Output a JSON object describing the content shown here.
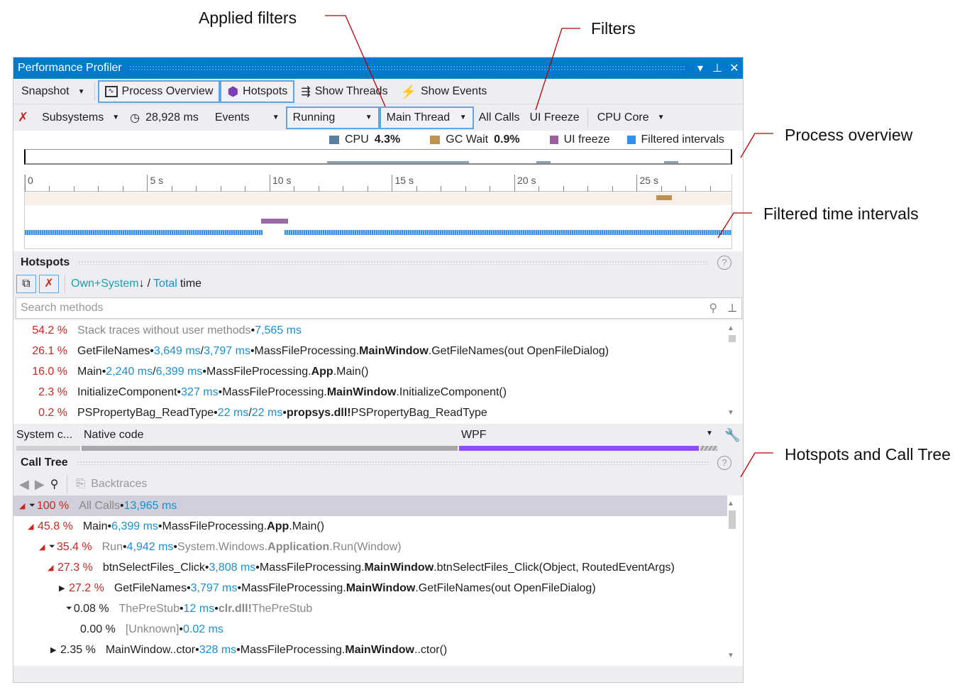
{
  "callouts": {
    "applied_filters": "Applied filters",
    "filters": "Filters",
    "process_overview": "Process overview",
    "filtered_intervals": "Filtered time intervals",
    "hotspots_calltree": "Hotspots and Call Tree"
  },
  "window": {
    "title": "Performance Profiler",
    "accent": "#007acc"
  },
  "toolbar1": {
    "snapshot": "Snapshot",
    "process_overview": "Process Overview",
    "hotspots": "Hotspots",
    "show_threads": "Show Threads",
    "show_events": "Show Events"
  },
  "toolbar2": {
    "subsystems": "Subsystems",
    "duration": "28,928 ms",
    "events": "Events",
    "running": "Running",
    "main_thread": "Main Thread",
    "all_calls": "All Calls",
    "ui_freeze": "UI Freeze",
    "cpu_core": "CPU Core"
  },
  "legend": {
    "cpu_label": "CPU",
    "cpu_value": "4.3%",
    "gc_label": "GC Wait",
    "gc_value": "0.9%",
    "ui_freeze": "UI freeze",
    "filtered": "Filtered intervals",
    "colors": {
      "cpu": "#5a7fa0",
      "gc": "#c09050",
      "freeze": "#9a60a0",
      "filtered": "#3090f0"
    }
  },
  "timeline": {
    "ticks": [
      "0",
      "5 s",
      "10 s",
      "15 s",
      "20 s",
      "25 s"
    ]
  },
  "hotspots": {
    "title": "Hotspots",
    "own_system": "Own+System",
    "sort_arrow": "↓",
    "slash": "/",
    "total": "Total",
    "time": "time",
    "search_placeholder": "Search methods",
    "rows": [
      {
        "pct": "54.2 %",
        "name": "Stack traces without user methods",
        "own": "7,565 ms",
        "total": "",
        "ns": "",
        "cls": "",
        "method": ""
      },
      {
        "pct": "26.1 %",
        "name": "GetFileNames",
        "own": "3,649 ms",
        "total": "3,797 ms",
        "ns": "MassFileProcessing.",
        "cls": "MainWindow",
        "method": ".GetFileNames(out OpenFileDialog)"
      },
      {
        "pct": "16.0 %",
        "name": "Main",
        "own": "2,240 ms",
        "total": "6,399 ms",
        "ns": "MassFileProcessing.",
        "cls": "App",
        "method": ".Main()"
      },
      {
        "pct": "2.3 %",
        "name": "InitializeComponent",
        "own": "327 ms",
        "total": "",
        "ns": "MassFileProcessing.",
        "cls": "MainWindow",
        "method": ".InitializeComponent()"
      },
      {
        "pct": "0.2 %",
        "name": "PSPropertyBag_ReadType",
        "own": "22 ms",
        "total": "22 ms",
        "ns": "",
        "cls": "propsys.dll!",
        "method": "PSPropertyBag_ReadType"
      }
    ]
  },
  "subsystems": {
    "system": "System c...",
    "native": "Native code",
    "wpf": "WPF",
    "colors": {
      "native": "#a8a8a8",
      "wpf": "#8c4cff"
    }
  },
  "calltree": {
    "title": "Call Tree",
    "backtraces": "Backtraces",
    "rows": [
      {
        "pct": "100 %",
        "name": "All Calls",
        "ms": "13,965 ms",
        "ns": "",
        "cls": "",
        "method": ""
      },
      {
        "pct": "45.8 %",
        "name": "Main",
        "ms": "6,399 ms",
        "ns": "MassFileProcessing.",
        "cls": "App",
        "method": ".Main()"
      },
      {
        "pct": "35.4 %",
        "name": "Run",
        "ms": "4,942 ms",
        "ns": "System.Windows.",
        "cls": "Application",
        "method": ".Run(Window)"
      },
      {
        "pct": "27.3 %",
        "name": "btnSelectFiles_Click",
        "ms": "3,808 ms",
        "ns": "MassFileProcessing.",
        "cls": "MainWindow",
        "method": ".btnSelectFiles_Click(Object, RoutedEventArgs)"
      },
      {
        "pct": "27.2 %",
        "name": "GetFileNames",
        "ms": "3,797 ms",
        "ns": "MassFileProcessing.",
        "cls": "MainWindow",
        "method": ".GetFileNames(out OpenFileDialog)"
      },
      {
        "pct": "0.08 %",
        "name": "ThePreStub",
        "ms": "12 ms",
        "ns": "",
        "cls": "clr.dll!",
        "method": "ThePreStub"
      },
      {
        "pct": "0.00 %",
        "name": "[Unknown]",
        "ms": "0.02 ms",
        "ns": "",
        "cls": "",
        "method": ""
      },
      {
        "pct": "2.35 %",
        "name": "MainWindow..ctor",
        "ms": "328 ms",
        "ns": "MassFileProcessing.",
        "cls": "MainWindow",
        "method": "..ctor()"
      }
    ]
  }
}
